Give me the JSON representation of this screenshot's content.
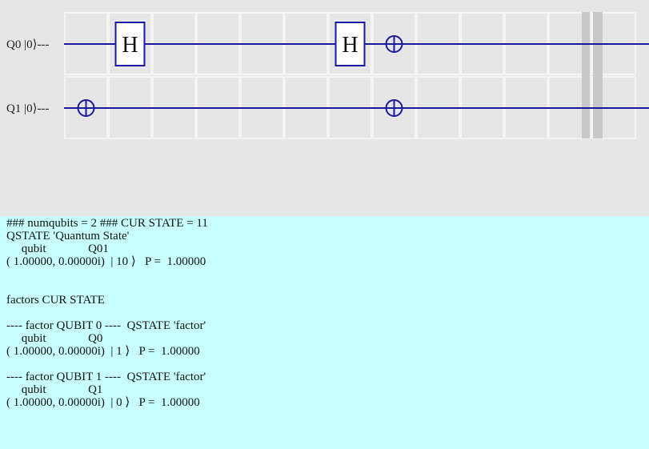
{
  "circuit": {
    "qubits": [
      {
        "label": "Q0 |0⟩---"
      },
      {
        "label": "Q1 |0⟩---"
      }
    ],
    "gates": [
      {
        "qubit": 0,
        "column": 1,
        "type": "H",
        "label": "H"
      },
      {
        "qubit": 0,
        "column": 6,
        "type": "H",
        "label": "H"
      },
      {
        "qubit": 0,
        "column": 7,
        "type": "NOT"
      },
      {
        "qubit": 1,
        "column": 0,
        "type": "NOT"
      },
      {
        "qubit": 1,
        "column": 7,
        "type": "NOT"
      }
    ],
    "colors": {
      "wire": "#1a1aa0",
      "grid": "#f4f4f4",
      "background": "#e6e6e6",
      "marker": "#c8c8c8"
    }
  },
  "output": {
    "background": "#c8ffff",
    "header": "### numqubits = 2 ### CUR STATE = 11",
    "qstate_title": "QSTATE 'Quantum State'",
    "qstate_colhead": "     qubit              Q01",
    "qstate_row": "( 1.00000, 0.00000i)  | 10 ⟩   P =  1.00000",
    "factors_title": "factors CUR STATE",
    "factor0_title": "---- factor QUBIT 0 ----  QSTATE 'factor'",
    "factor0_colhead": "     qubit              Q0",
    "factor0_row": "( 1.00000, 0.00000i)  | 1 ⟩   P =  1.00000",
    "factor1_title": "---- factor QUBIT 1 ----  QSTATE 'factor'",
    "factor1_colhead": "     qubit              Q1",
    "factor1_row": "( 1.00000, 0.00000i)  | 0 ⟩   P =  1.00000"
  }
}
